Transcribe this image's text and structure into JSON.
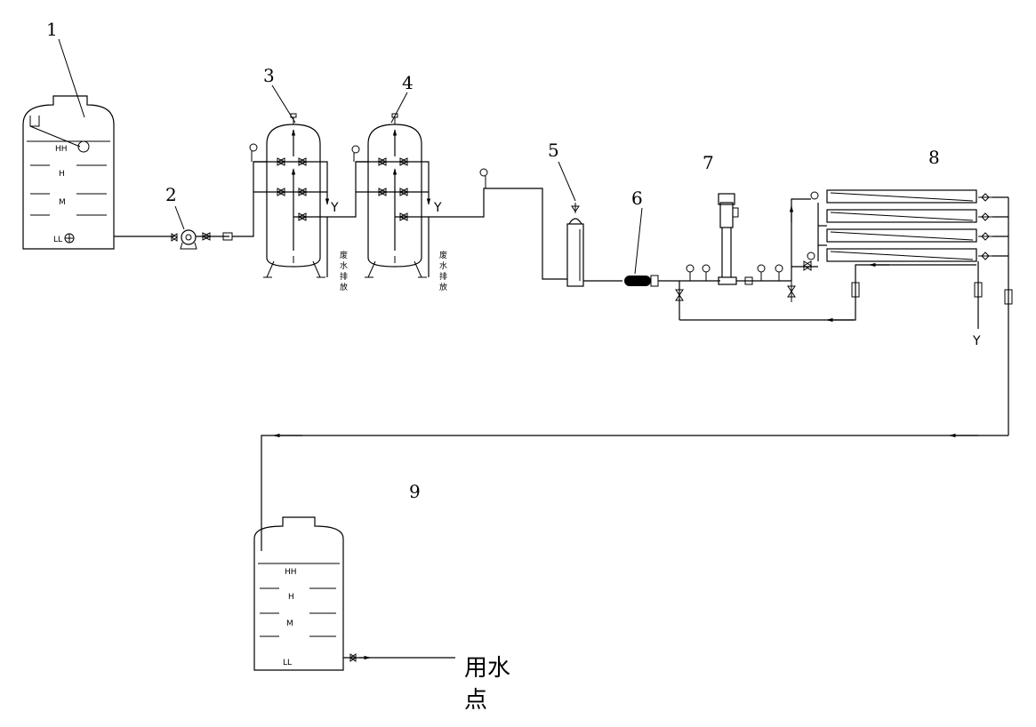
{
  "labels": {
    "n1": "1",
    "n2": "2",
    "n3": "3",
    "n4": "4",
    "n5": "5",
    "n6": "6",
    "n7": "7",
    "n8": "8",
    "n9": "9"
  },
  "tank1_levels": [
    "HH",
    "H",
    "M",
    "LL"
  ],
  "tank9_levels": [
    "HH",
    "H",
    "M",
    "LL"
  ],
  "drain_text": [
    "废",
    "水",
    "排",
    "放"
  ],
  "y_label": "Y",
  "outlet": {
    "line1": "用水",
    "line2": "点"
  }
}
